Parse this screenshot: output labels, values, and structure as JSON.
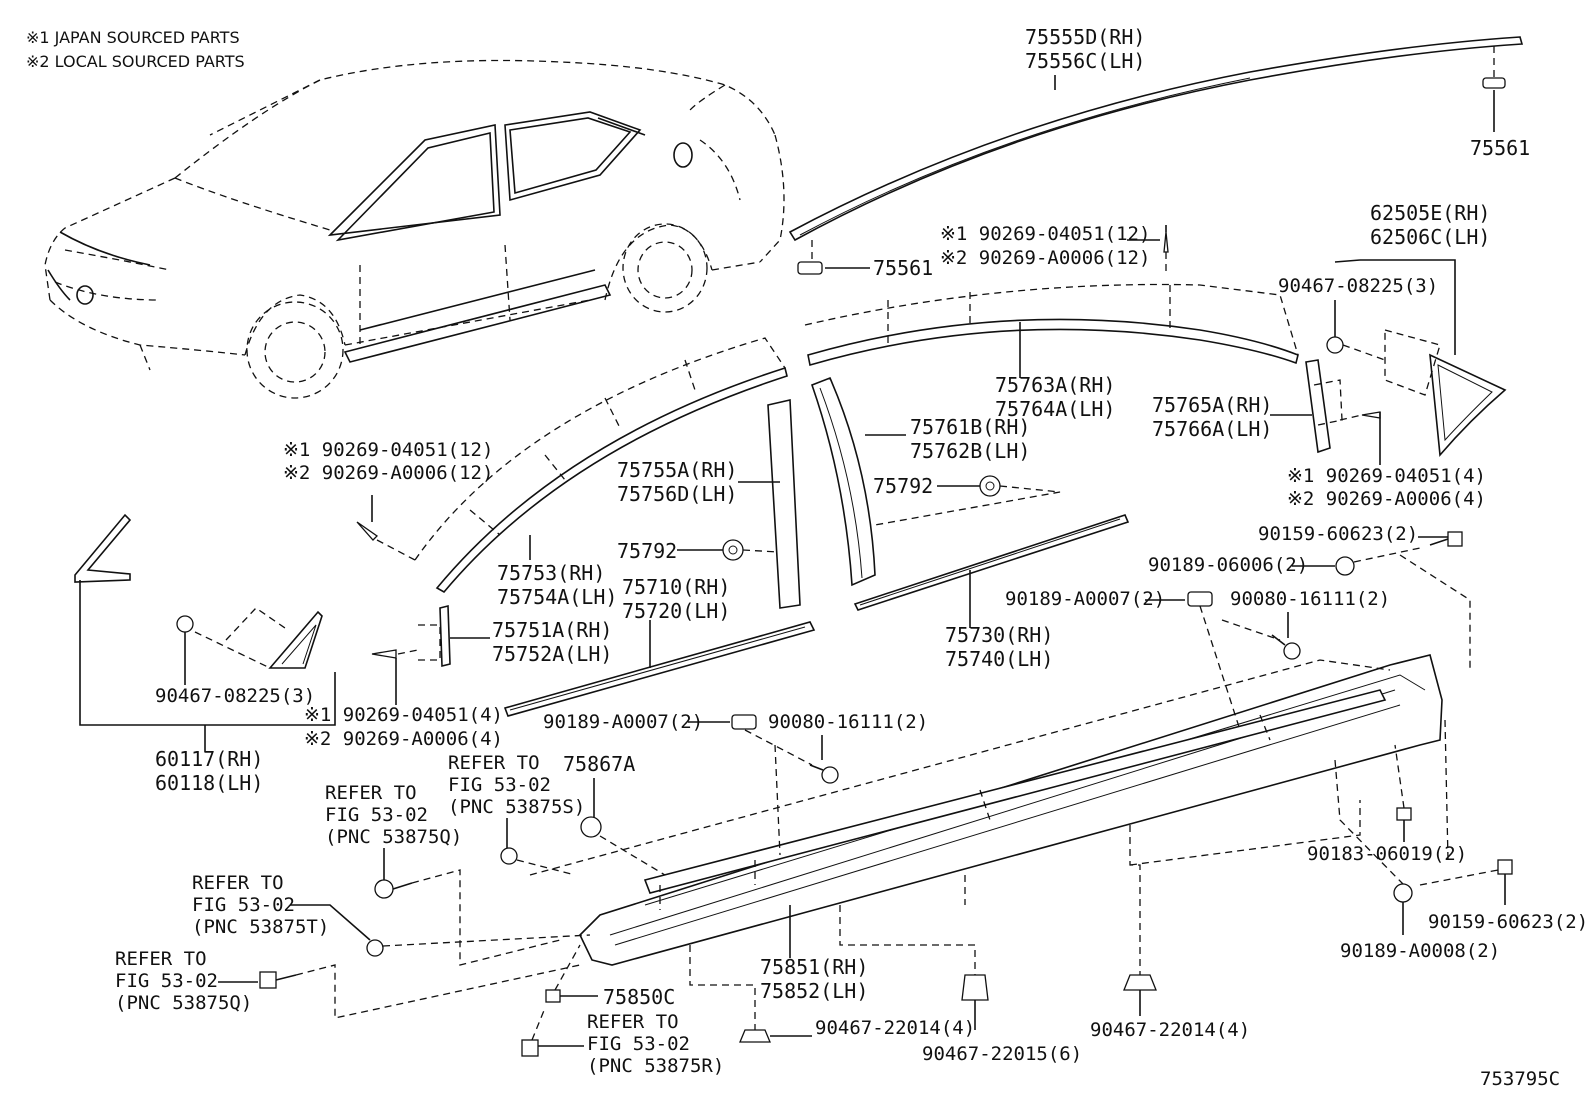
{
  "notes": [
    "※1 JAPAN SOURCED PARTS",
    "※2 LOCAL SOURCED PARTS"
  ],
  "figure_code": "753795C",
  "labels": {
    "p75555d": "75555D(RH)",
    "p75556c": "75556C(LH)",
    "p75561_top": "75561",
    "p75561_mid": "75561",
    "p62505e": "62505E(RH)",
    "p62506c": "62506C(LH)",
    "p90467_08225_right": "90467-08225(3)",
    "clip_top_1": "※1 90269-04051(12)",
    "clip_top_2": "※2 90269-A0006(12)",
    "p75763a": "75763A(RH)",
    "p75764a": "75764A(LH)",
    "p75765a": "75765A(RH)",
    "p75766a": "75766A(LH)",
    "p75761b": "75761B(RH)",
    "p75762b": "75762B(LH)",
    "p75792_right": "75792",
    "clip_right_1": "※1 90269-04051(4)",
    "clip_right_2": "※2 90269-A0006(4)",
    "clip_left_1": "※1 90269-04051(12)",
    "clip_left_2": "※2 90269-A0006(12)",
    "p75755a": "75755A(RH)",
    "p75756d": "75756D(LH)",
    "p75792_left": "75792",
    "p75753": "75753(RH)",
    "p75754a": "75754A(LH)",
    "p75710": "75710(RH)",
    "p75720": "75720(LH)",
    "p75751a": "75751A(RH)",
    "p75752a": "75752A(LH)",
    "p75730": "75730(RH)",
    "p75740": "75740(LH)",
    "p90159_60623_top": "90159-60623(2)",
    "p90189_06006": "90189-06006(2)",
    "p90189_a0007_right": "90189-A0007(2)",
    "p90080_16111_right": "90080-16111(2)",
    "p90467_08225_left": "90467-08225(3)",
    "p60117": "60117(RH)",
    "p60118": "60118(LH)",
    "clip_bl_1": "※1 90269-04051(4)",
    "clip_bl_2": "※2 90269-A0006(4)",
    "p90189_a0007_left": "90189-A0007(2)",
    "p90080_16111_left": "90080-16111(2)",
    "p75867a": "75867A",
    "ref_q_top": [
      "REFER TO",
      "FIG 53-02",
      "(PNC 53875Q)"
    ],
    "ref_s": [
      "REFER TO",
      "FIG 53-02",
      "(PNC 53875S)"
    ],
    "ref_t": [
      "REFER TO",
      "FIG 53-02",
      "(PNC 53875T)"
    ],
    "ref_q_bottom": [
      "REFER TO",
      "FIG 53-02",
      "(PNC 53875Q)"
    ],
    "ref_r": [
      "REFER TO",
      "FIG 53-02",
      "(PNC 53875R)"
    ],
    "p90183_06019": "90183-06019(2)",
    "p90159_60623_bottom": "90159-60623(2)",
    "p90189_a0008": "90189-A0008(2)",
    "p75850c": "75850C",
    "p75851": "75851(RH)",
    "p75852": "75852(LH)",
    "p90467_22014_a": "90467-22014(4)",
    "p90467_22015": "90467-22015(6)",
    "p90467_22014_b": "90467-22014(4)"
  }
}
